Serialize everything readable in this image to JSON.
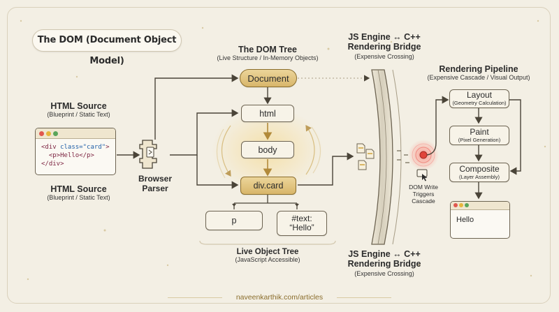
{
  "title": "The DOM (Document Object Model)",
  "html_source_top": {
    "heading": "HTML Source",
    "subheading": "(Blueprint / Static Text)"
  },
  "html_source_bottom": {
    "heading": "HTML Source",
    "subheading": "(Blueprint / Static Text)"
  },
  "code_lines": {
    "line1": {
      "open": "<div ",
      "attr": "class=",
      "val": "\"card\"",
      "close": ">"
    },
    "line2": "<p>Hello</p>",
    "line3": "</div>"
  },
  "parser": {
    "label_line1": "Browser",
    "label_line2": "Parser"
  },
  "dom_tree": {
    "heading": "The DOM Tree",
    "subheading": "(Live Structure / In-Memory Objects)",
    "nodes": {
      "document": "Document",
      "html": "html",
      "body": "body",
      "divcard": "div.card",
      "p": "p",
      "text_line1": "#text:",
      "text_line2": "“Hello”"
    },
    "footer_heading": "Live Object Tree",
    "footer_subheading": "(JavaScript Accessible)"
  },
  "bridge_top": {
    "line1": "JS Engine ↔ C++",
    "line2": "Rendering Bridge",
    "subheading": "(Expensive Crossing)"
  },
  "bridge_bottom": {
    "line1": "JS Engine ↔ C++",
    "line2": "Rendering Bridge",
    "subheading": "(Expensive Crossing)"
  },
  "dom_write": {
    "line1": "DOM Write",
    "line2": "Triggers",
    "line3": "Cascade"
  },
  "pipeline": {
    "heading": "Rendering Pipeline",
    "subheading": "(Expensive Cascade / Visual Output)",
    "stages": [
      {
        "name": "Layout",
        "detail": "(Geometry Calculation)"
      },
      {
        "name": "Paint",
        "detail": "(Pixel Generation)"
      },
      {
        "name": "Composite",
        "detail": "(Layer Assembly)"
      }
    ],
    "output_text": "Hello"
  },
  "footer_url": "naveenkarthik.com/articles",
  "colors": {
    "background": "#f3efe4",
    "gold_node": "#d8b66a",
    "alert_red": "#e0443a",
    "dot_red": "#e0574f",
    "dot_yellow": "#e6b63c",
    "dot_green": "#5aa55a"
  }
}
